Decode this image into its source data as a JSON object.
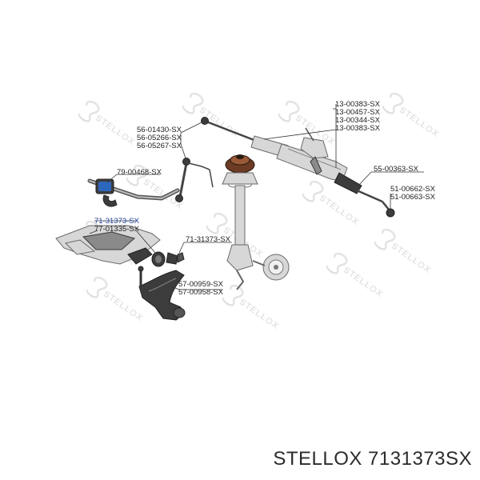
{
  "watermark_text": "STELLOX",
  "labels": [
    {
      "id": "lbl-13-00383-a",
      "text": "13-00383-SX",
      "blue": false
    },
    {
      "id": "lbl-13-00457",
      "text": "13-00457-SX",
      "blue": false
    },
    {
      "id": "lbl-13-00344",
      "text": "13-00344-SX",
      "blue": false
    },
    {
      "id": "lbl-13-00383-b",
      "text": "13-00383-SX",
      "blue": false
    },
    {
      "id": "lbl-56-01430",
      "text": "56-01430-SX",
      "blue": false
    },
    {
      "id": "lbl-56-05266",
      "text": "56-05266-SX",
      "blue": false
    },
    {
      "id": "lbl-56-05267",
      "text": "56-05267-SX",
      "blue": false
    },
    {
      "id": "lbl-79-00468",
      "text": "79-00468-SX",
      "blue": false
    },
    {
      "id": "lbl-55-00363",
      "text": "55-00363-SX",
      "blue": false
    },
    {
      "id": "lbl-51-00662",
      "text": "51-00662-SX",
      "blue": false
    },
    {
      "id": "lbl-51-00663",
      "text": "51-00663-SX",
      "blue": false
    },
    {
      "id": "lbl-71-31373-left",
      "text": "71-31373-SX",
      "blue": true
    },
    {
      "id": "lbl-77-01335",
      "text": "77-01335-SX",
      "blue": false
    },
    {
      "id": "lbl-71-31373-right",
      "text": "71-31373-SX",
      "blue": false
    },
    {
      "id": "lbl-57-00959",
      "text": "57-00959-SX",
      "blue": false
    },
    {
      "id": "lbl-57-00958",
      "text": "57-00958-SX",
      "blue": false
    }
  ],
  "brand": {
    "name": "STELLOX",
    "part_number": "7131373SX"
  }
}
